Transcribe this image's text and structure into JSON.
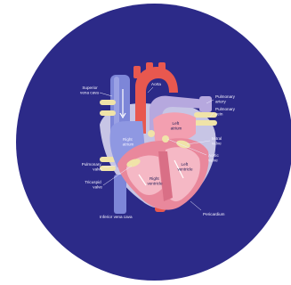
{
  "diagram": {
    "labels": {
      "superior_vena_cava": [
        "Superior",
        "vena cava"
      ],
      "aorta": "Aorta",
      "pulmonary_artery": [
        "Pulmonary",
        "artery"
      ],
      "pulmonary_vein_left": [
        "Pulmonary",
        "vein"
      ],
      "left_atrium": [
        "Left",
        "atrium"
      ],
      "right_atrium": [
        "Right",
        "atrium"
      ],
      "mitral_valve": [
        "Mitral",
        "valve"
      ],
      "pulmonary_valve": [
        "Pulmonary",
        "valve"
      ],
      "aortic_valve": [
        "Aortic",
        "valve"
      ],
      "left_ventricle": [
        "Left",
        "ventricle"
      ],
      "tricuspid_valve": [
        "Tricuspid",
        "valve"
      ],
      "right_ventricle": [
        "Right",
        "ventricle"
      ],
      "inferior_vena_cava": "Inferior vena cava",
      "pericardium": "Pericardium"
    }
  },
  "colors": {
    "background_disc": "#2c2a88",
    "deoxygenated_blue": "#7d86d8",
    "oxygenated_red": "#e8584f",
    "heart_wall_pink": "#f39fb0",
    "muscle_pink": "#e9889c",
    "valve_yellow": "#f0e3a8",
    "pulmonary_lavender": "#b6a8de"
  }
}
